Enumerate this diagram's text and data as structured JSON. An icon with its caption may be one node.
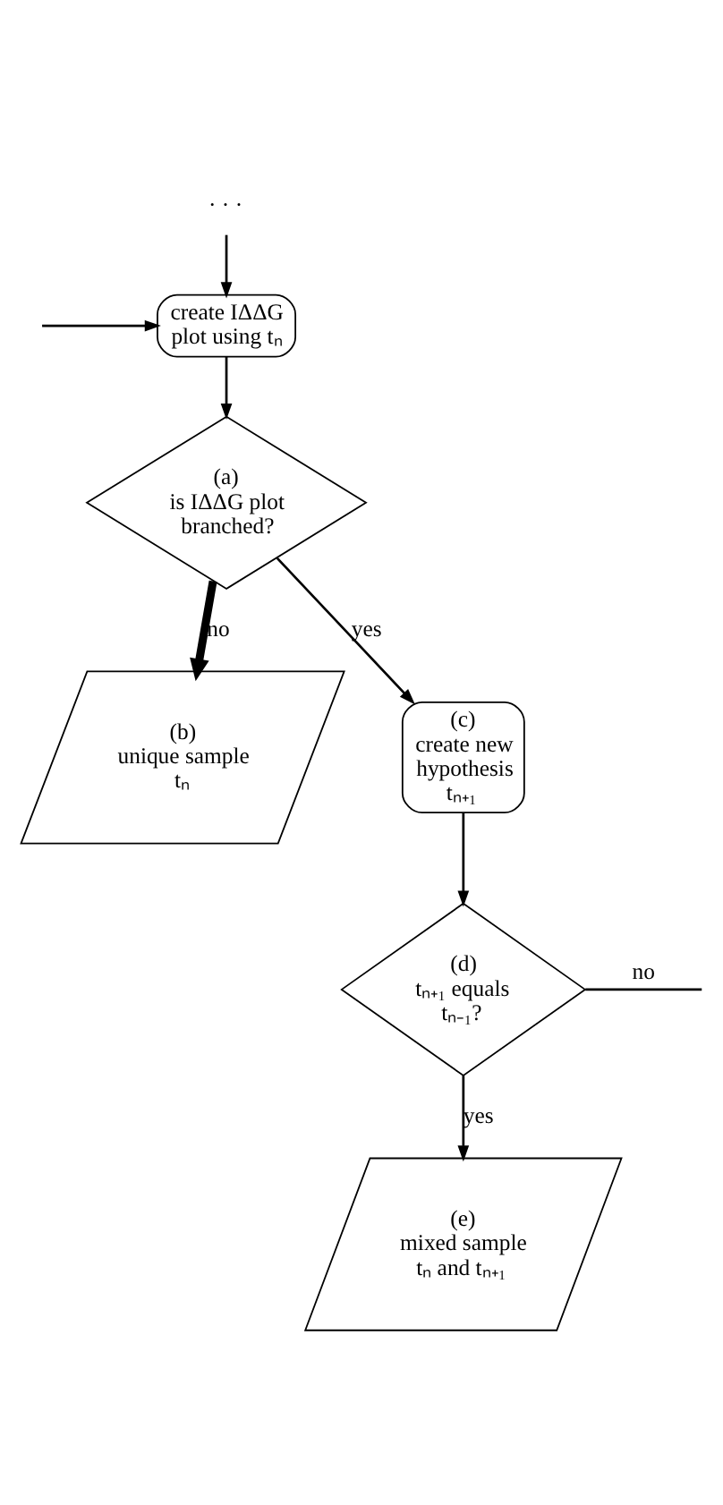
{
  "diagram": {
    "nodes": [
      {
        "text": [
          "· · ·"
        ]
      },
      {
        "text": [
          "create IΔΔG plot using tₙ"
        ]
      },
      {
        "text": [
          "(a)",
          "is IΔΔG plot branched?"
        ]
      },
      {
        "text": [
          "(b)",
          "unique sample tₙ"
        ]
      },
      {
        "text": [
          "(c)",
          "create new hypothesis tₙ₊₁"
        ]
      },
      {
        "text": [
          "(d)",
          "tₙ₊₁ equals tₙ₋₁?"
        ]
      },
      {
        "text": [
          "(e)",
          "mixed sample tₙ and tₙ₊₁"
        ]
      }
    ],
    "edges": [
      {
        "from": 0,
        "to": 1,
        "arrow": "to"
      },
      {
        "from": null,
        "to": 1,
        "arrow": "to"
      },
      {
        "from": 1,
        "to": 2,
        "arrow": "to"
      },
      {
        "from": 2,
        "to": 3,
        "arrow": "to",
        "label": "no",
        "style": "thick"
      },
      {
        "from": 2,
        "to": 4,
        "arrow": "to",
        "label": "yes"
      },
      {
        "from": 4,
        "to": 5,
        "arrow": "to"
      },
      {
        "from": 5,
        "to": null,
        "arrow": "none",
        "label": "no"
      },
      {
        "from": 5,
        "to": 6,
        "arrow": "to",
        "label": "yes"
      }
    ]
  }
}
